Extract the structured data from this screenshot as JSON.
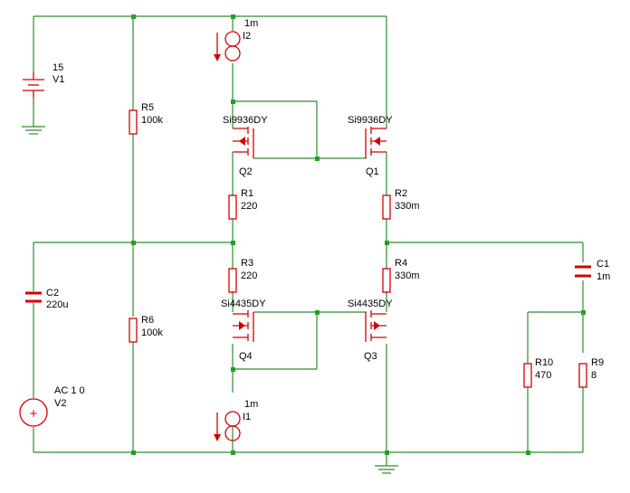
{
  "components": {
    "V1": {
      "ref": "V1",
      "value": "15"
    },
    "V2": {
      "ref": "V2",
      "value": "AC 1 0"
    },
    "I1": {
      "ref": "I1",
      "value": "1m"
    },
    "I2": {
      "ref": "I2",
      "value": "1m"
    },
    "R1": {
      "ref": "R1",
      "value": "220"
    },
    "R2": {
      "ref": "R2",
      "value": "330m"
    },
    "R3": {
      "ref": "R3",
      "value": "220"
    },
    "R4": {
      "ref": "R4",
      "value": "330m"
    },
    "R5": {
      "ref": "R5",
      "value": "100k"
    },
    "R6": {
      "ref": "R6",
      "value": "100k"
    },
    "R9": {
      "ref": "R9",
      "value": "8"
    },
    "R10": {
      "ref": "R10",
      "value": "470"
    },
    "C1": {
      "ref": "C1",
      "value": "1m"
    },
    "C2": {
      "ref": "C2",
      "value": "220u"
    },
    "Q1": {
      "ref": "Q1",
      "model": "Si9936DY"
    },
    "Q2": {
      "ref": "Q2",
      "model": "Si9936DY"
    },
    "Q3": {
      "ref": "Q3",
      "model": "Si4435DY"
    },
    "Q4": {
      "ref": "Q4",
      "model": "Si4435DY"
    }
  },
  "colors": {
    "wire": "#2e8b2e",
    "component": "#d40000",
    "junction": "#1fa31f",
    "background": "#ffffff"
  }
}
